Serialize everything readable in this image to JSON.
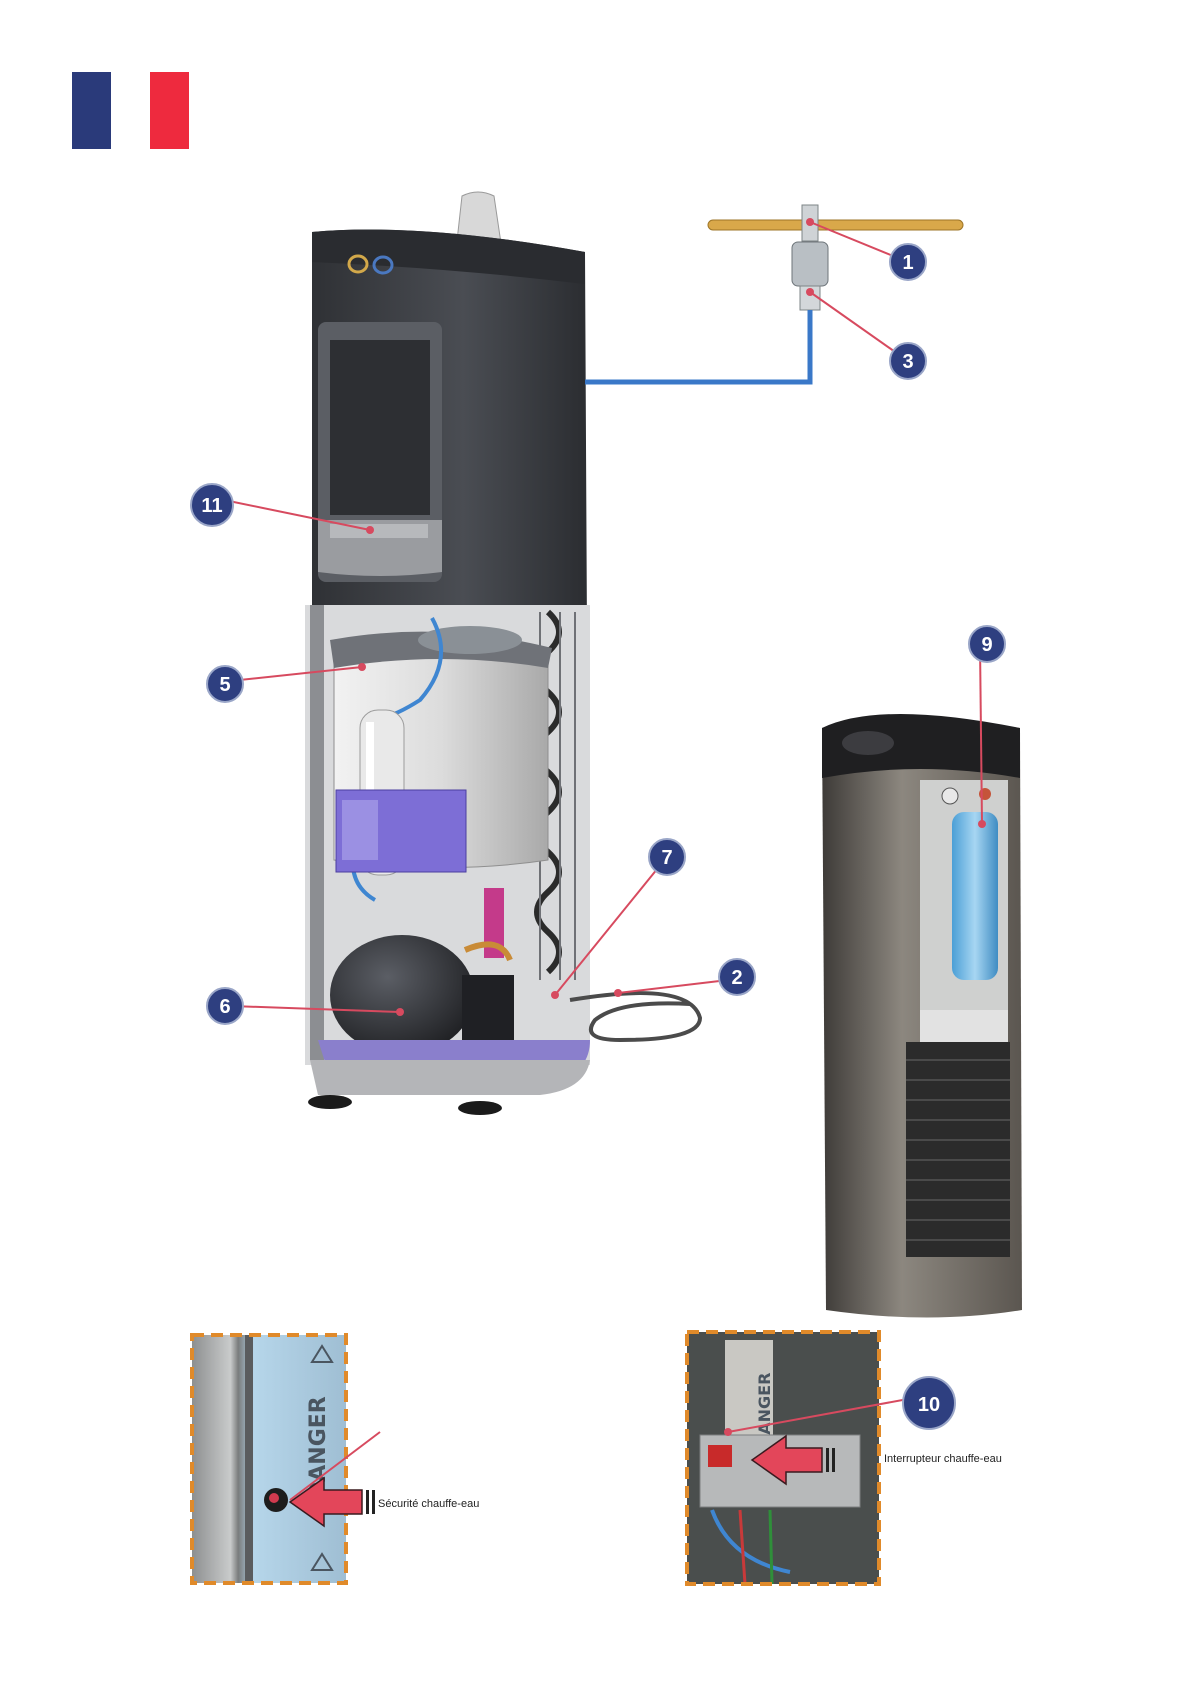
{
  "flag": {
    "blue": "#2a3a7a",
    "white": "#ffffff",
    "red": "#ee2a3e"
  },
  "colors": {
    "badge_fill": "#2e3f80",
    "badge_stroke": "#9aa6c8",
    "leader": "#d74a5f",
    "water_line": "#3a78c8",
    "supply_pipe": "#d9a84a",
    "photo_border": "#e08a2a",
    "arrow": "#e3465a",
    "cabinet_dark": "#3c3e43",
    "cabinet_mid": "#55585e",
    "purple_part": "#7d6ed6"
  },
  "callouts": [
    "1",
    "3",
    "11",
    "5",
    "9",
    "7",
    "2",
    "6",
    "10"
  ],
  "photos": {
    "left": {
      "warning_text": "DANGER",
      "caption": "Sécurité chauffe-eau"
    },
    "right": {
      "warning_text": "DANGER",
      "caption": "Interrupteur chauffe-eau"
    }
  }
}
